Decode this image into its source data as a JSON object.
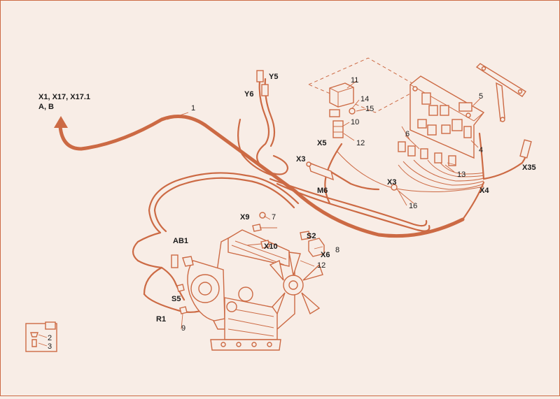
{
  "colors": {
    "line": "#cc6a44",
    "background": "#f8ede6",
    "text": "#1a1a1a"
  },
  "header": {
    "line1": "X1, X17, X17.1",
    "line2": "A, B"
  },
  "labels": {
    "n1": "1",
    "n2": "2",
    "n3": "3",
    "n4": "4",
    "n5": "5",
    "n6": "6",
    "n7": "7",
    "n8": "8",
    "n9": "9",
    "n10": "10",
    "n11": "11",
    "n12a": "12",
    "n12b": "12",
    "n13": "13",
    "n14": "14",
    "n15": "15",
    "n16": "16",
    "y5": "Y5",
    "y6": "Y6",
    "x3a": "X3",
    "x3b": "X3",
    "x4": "X4",
    "x5": "X5",
    "x6": "X6",
    "x9": "X9",
    "x10": "X10",
    "x35": "X35",
    "m6": "M6",
    "s2": "S2",
    "s5": "S5",
    "ab1": "AB1",
    "r1": "R1"
  },
  "legend": {
    "item2": "2",
    "item3": "3"
  }
}
